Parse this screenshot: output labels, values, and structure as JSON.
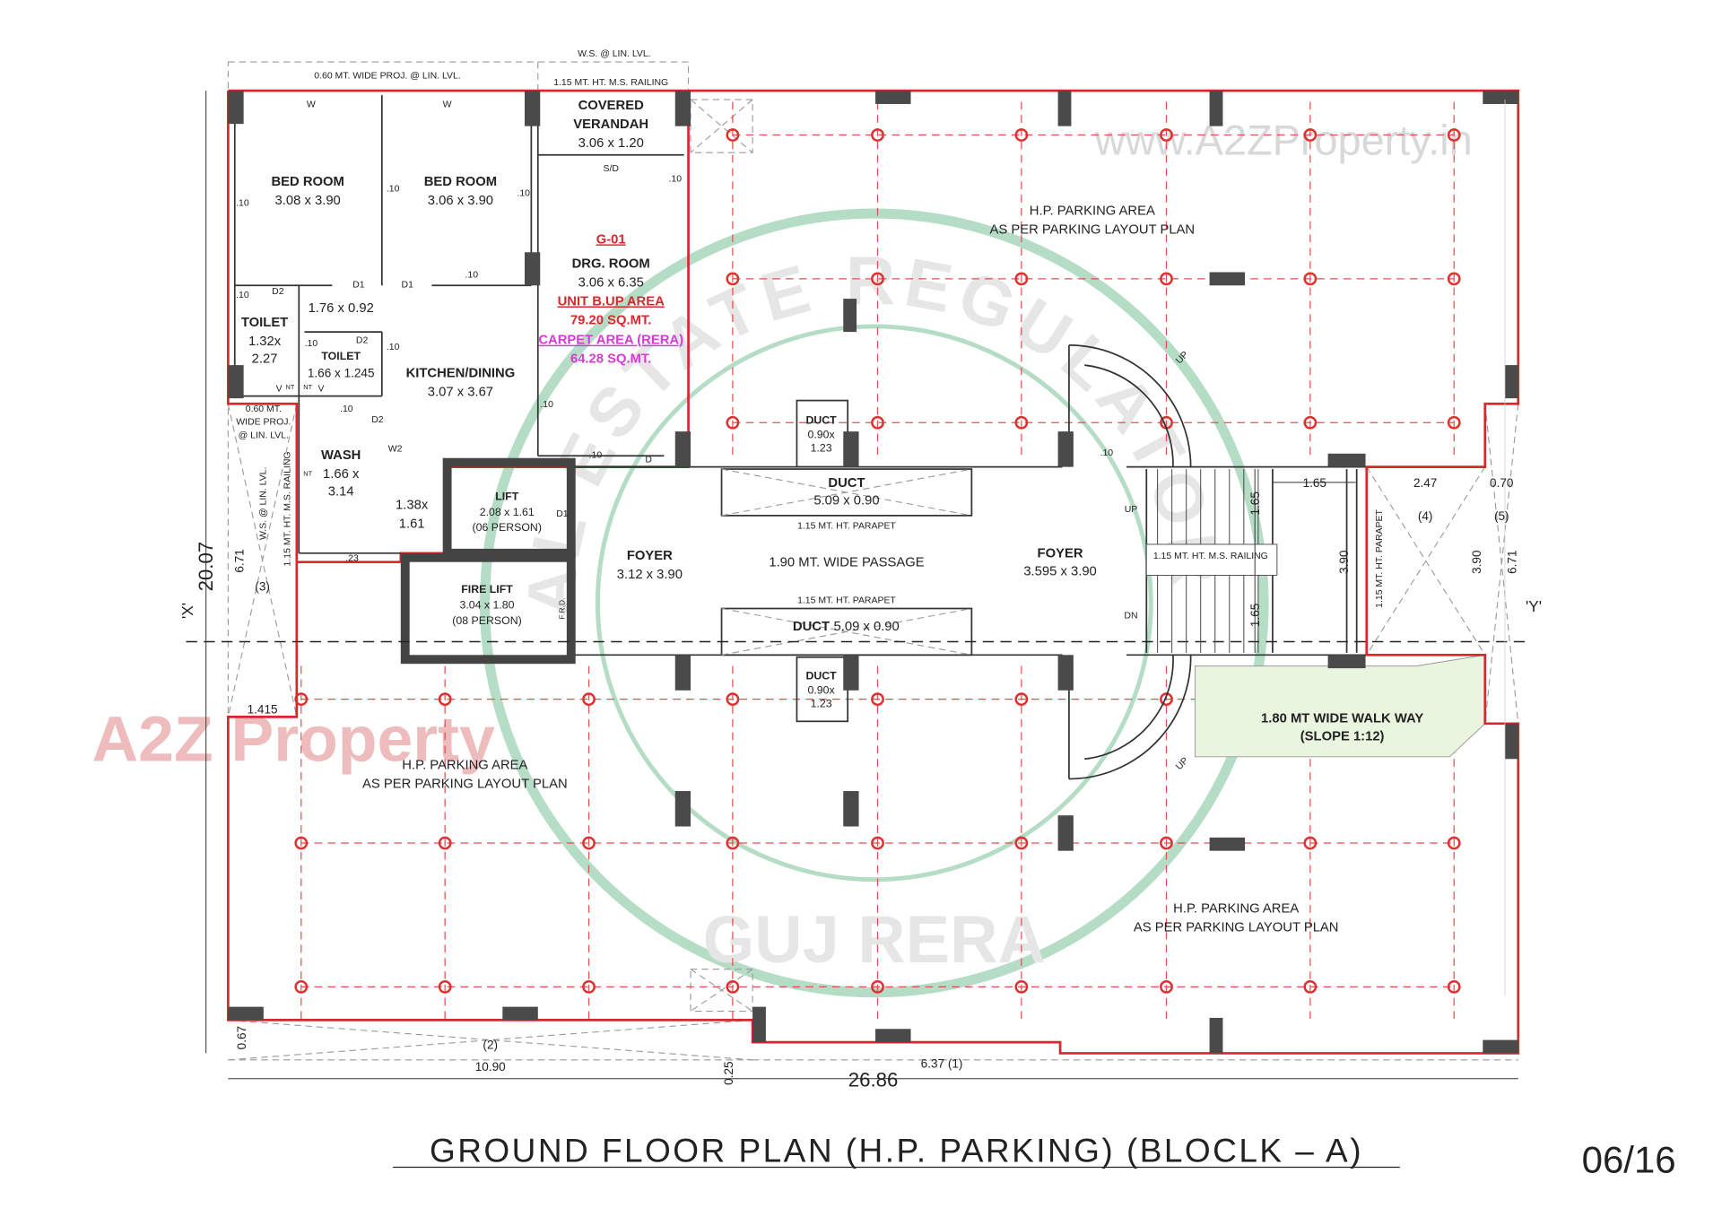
{
  "title": "GROUND FLOOR PLAN (H.P. PARKING) (BLOCLK – A)",
  "page_number": "06/16",
  "colors": {
    "boundary": "#d8282e",
    "column": "#4a4a4a",
    "builtup": "#d8282e",
    "carpet": "#d63bd6",
    "seal": "#2e9e5b",
    "ramp": "#eaf5e0"
  },
  "watermarks": {
    "site": "www.A2ZProperty.in",
    "logo": "A2Z Property",
    "seal_outer": "GUJARAT REAL ESTATE REGULATORY AUTHORITY",
    "seal_inner": "GUJ RERA"
  },
  "unit": {
    "id": "G-01",
    "room": "DRG. ROOM",
    "room_size": "3.06 x 6.35",
    "builtup_label": "UNIT B.UP AREA",
    "builtup_value": "79.20 SQ.MT.",
    "carpet_label": "CARPET AREA (RERA)",
    "carpet_value": "64.28 SQ.MT."
  },
  "rooms": [
    {
      "name": "BED ROOM",
      "size": "3.08 x 3.90"
    },
    {
      "name": "BED ROOM",
      "size": "3.06 x 3.90"
    },
    {
      "name": "COVERED",
      "name2": "VERANDAH",
      "size": "3.06 x 1.20"
    },
    {
      "name": "TOILET",
      "size": "1.32x",
      "size2": "2.27"
    },
    {
      "name": "TOILET",
      "size": "1.66 x 1.245"
    },
    {
      "name": "KITCHEN/DINING",
      "size": "3.07 x 3.67"
    },
    {
      "size": "1.76 x 0.92"
    },
    {
      "name": "WASH",
      "size": "1.66 x",
      "size2": "3.14"
    },
    {
      "size": "1.38x",
      "size2": "1.61"
    },
    {
      "name": "LIFT",
      "size": "2.08 x 1.61",
      "note": "(06 PERSON)"
    },
    {
      "name": "FIRE LIFT",
      "size": "3.04 x 1.80",
      "note": "(08 PERSON)"
    },
    {
      "name": "FOYER",
      "size": "3.12 x 3.90"
    },
    {
      "name": "FOYER",
      "size": "3.595 x 3.90"
    },
    {
      "name": "1.90 MT. WIDE PASSAGE"
    },
    {
      "name": "DUCT",
      "size": "5.09 x 0.90"
    },
    {
      "name": "DUCT",
      "size": "5.09 x 0.90"
    },
    {
      "name": "DUCT",
      "size": "0.90x",
      "size2": "1.23"
    },
    {
      "name": "DUCT",
      "size": "0.90x",
      "size2": "1.23"
    }
  ],
  "parking": [
    {
      "line1": "H.P. PARKING AREA",
      "line2": "AS PER PARKING LAYOUT PLAN"
    },
    {
      "line1": "H.P. PARKING AREA",
      "line2": "AS PER PARKING LAYOUT PLAN"
    },
    {
      "line1": "H.P. PARKING AREA",
      "line2": "AS PER PARKING LAYOUT PLAN"
    }
  ],
  "walkway": {
    "line1": "1.80 MT WIDE WALK WAY",
    "line2": "(SLOPE  1:12)"
  },
  "notes": {
    "proj_top": "0.60 MT. WIDE PROJ. @ LIN. LVL.",
    "ws_top": "W.S. @ LIN. LVL.",
    "railing_top": "1.15 MT. HT. M.S. RAILING",
    "parapet_1": "1.15 MT. HT. PARAPET",
    "parapet_2": "1.15 MT. HT. PARAPET",
    "stair_railing": "1.15 MT. HT. M.S. RAILING",
    "parapet_right": "1.15 MT. HT. PARAPET",
    "proj_left_1": "0.60 MT.",
    "proj_left_2": "WIDE PROJ.",
    "proj_left_3": "@ LIN. LVL.",
    "ws_left": "W.S. @ LIN. LVL.",
    "railing_left": "1.15 MT. HT. M.S. RAILING"
  },
  "markers": [
    "W",
    "W",
    "S/D",
    "D1",
    "D1",
    "D2",
    "D2",
    "D2",
    "W2",
    "D",
    "NT",
    "NT",
    "NT",
    "V",
    "V",
    "D1",
    "F.R.D.",
    "UP",
    "DN",
    "UP",
    "UP"
  ],
  "thickness_labels": [
    ".10",
    ".10",
    ".10",
    ".10",
    ".10",
    ".10",
    ".10",
    ".10",
    ".10",
    ".10",
    ".10",
    ".10",
    ".23"
  ],
  "dimensions": {
    "overall_height": "20.07",
    "overall_width": "26.86",
    "d_1090": "10.90",
    "d_637": "6.37 (1)",
    "d_025": "0.25",
    "d_067": "0.67",
    "d_2": "(2)",
    "d_671_left": "6.71",
    "d_3": "(3)",
    "d_1415": "1.415",
    "stair_w": "1.65",
    "stair_flight_1": "1.65",
    "stair_flight_2": "1.65",
    "stair_h": "3.90",
    "d_247": "2.47",
    "d_070": "0.70",
    "d_4": "(4)",
    "d_5": "(5)",
    "d_390": "3.90",
    "d_671_right": "6.71",
    "section_x": "'X'",
    "section_y": "'Y'"
  }
}
